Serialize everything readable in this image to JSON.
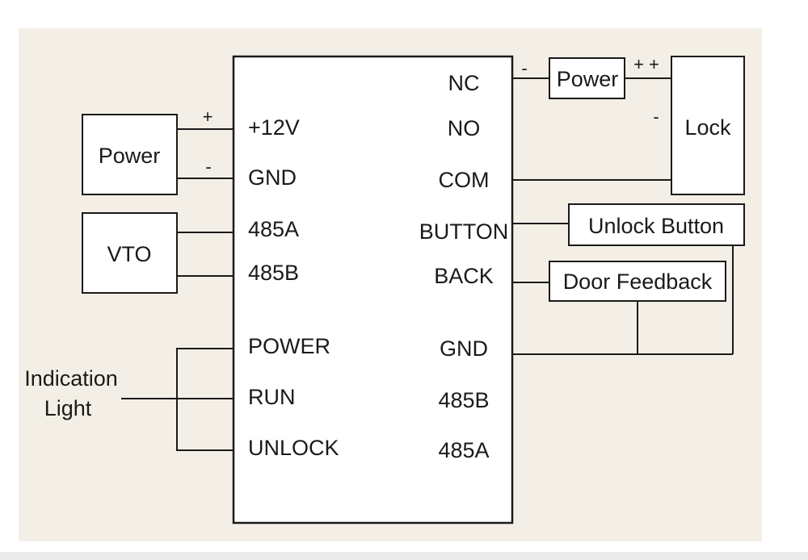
{
  "colors": {
    "panel_background": "#f4efe6",
    "line": "#1a1a1a",
    "box_fill": "#ffffff"
  },
  "left_pins": [
    "+12V",
    "GND",
    "485A",
    "485B",
    "POWER",
    "RUN",
    "UNLOCK"
  ],
  "right_pins": [
    "NC",
    "NO",
    "COM",
    "BUTTON",
    "BACK",
    "GND",
    "485B",
    "485A"
  ],
  "external": {
    "power_left": "Power",
    "vto": "VTO",
    "indication_light": [
      "Indication",
      "Light"
    ],
    "power_top": "Power",
    "lock": "Lock",
    "unlock_button": "Unlock Button",
    "door_feedback": "Door Feedback"
  },
  "signs": {
    "left_power_plus": "+",
    "left_power_minus": "-",
    "top_power_minus": "-",
    "top_power_plus": "+ +",
    "lock_minus": "-"
  }
}
